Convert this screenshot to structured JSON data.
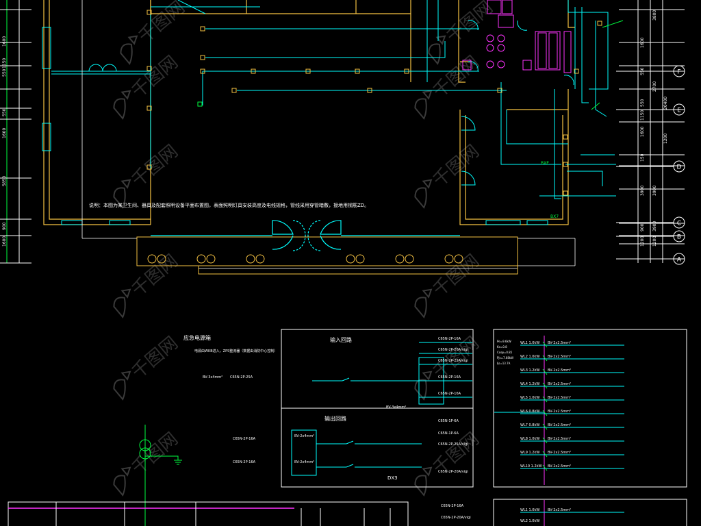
{
  "watermark": "千图网",
  "grid_axes": [
    "F",
    "E",
    "D",
    "C",
    "B",
    "A"
  ],
  "dims_left": [
    "1600",
    "1150",
    "550",
    "550",
    "1600",
    "5850",
    "900",
    "1600"
  ],
  "dims_right": [
    "3800",
    "1600",
    "550",
    "2700",
    "550",
    "1150",
    "1600",
    "150",
    "3900",
    "900",
    "1200",
    "3900",
    "20400",
    "1200",
    "3900",
    "1200"
  ],
  "plan_note": "说明：本图为某卫生间、器具及配套照明设备平面布置图，表面照明灯具安装高度及电线规格，管线采用穿管暗敷，接地用钢筋ZD。",
  "labels": {
    "emergency_title": "应急电源箱",
    "emergency_sub": "电源由WKB进入，ZPS整流器（数据由消防中心控制）",
    "input_loop": "输入回路",
    "output_loop": "输出回路",
    "box_code": "DX3",
    "plan_tag1": "BXE",
    "plan_tag2": "BX7",
    "em_left_a": "BV-3x4mm²",
    "em_left_b": "C65N-2P-25A"
  },
  "input_rows": [
    "C65N-2P-16A",
    "C65N-2P-20A/vigi",
    "C65N-2P-16A",
    "C65N-2P-16A",
    "C65N-2P-25A/vigi"
  ],
  "output_rows": [
    "C65N-1P-6A",
    "C65N-1P-6A",
    "C65N-2P-25A/vigi",
    "C65N-2P-20A/vigi",
    "C65N-2P-16A",
    "C65N-2P-16A"
  ],
  "output_inner": [
    "BV-2x4mm²",
    "BV-2x4mm²"
  ],
  "bottom_mid": [
    "C65N-2P-16A",
    "C65N-2P-20A/vigi"
  ],
  "right_head": [
    "Pe=9.6kW",
    "Kx=0.8",
    "Cosφ=0.85",
    "Pjs=7.68kW",
    "Ijs=13.7A"
  ],
  "right_rows": [
    {
      "circ": "WL1 1.0kW",
      "cable": "BV-2x2.5mm²"
    },
    {
      "circ": "WL2 1.0kW",
      "cable": "BV-2x2.5mm²"
    },
    {
      "circ": "WL3 1.2kW",
      "cable": "BV-2x2.5mm²"
    },
    {
      "circ": "WL4 1.2kW",
      "cable": "BV-2x2.5mm²"
    },
    {
      "circ": "WL5 1.0kW",
      "cable": "BV-2x2.5mm²"
    },
    {
      "circ": "WL6 0.8kW",
      "cable": "BV-2x2.5mm²"
    },
    {
      "circ": "WL7 0.8kW",
      "cable": "BV-2x2.5mm²"
    },
    {
      "circ": "WL8 1.0kW",
      "cable": "BV-2x2.5mm²"
    },
    {
      "circ": "WL9 1.2kW",
      "cable": "BV-2x2.5mm²"
    },
    {
      "circ": "WL10 1.2kW",
      "cable": "BV-2x2.5mm²"
    }
  ],
  "right_bottom": [
    "WL1 1.0kW",
    "BV-2x2.5mm²",
    "WL2 1.0kW"
  ],
  "colors": {
    "wall": "#f5c242",
    "cyan": "#00ffff",
    "green": "#00ff40",
    "magenta": "#ff33ff",
    "white": "#ffffff",
    "yellow": "#ffff00"
  }
}
